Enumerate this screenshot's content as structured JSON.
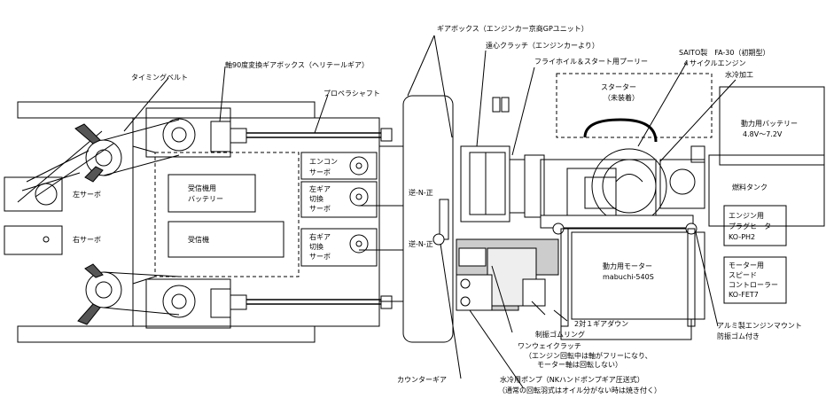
{
  "labels": {
    "gearbox": "ギアボックス（エンジンカー京商GPユニット）",
    "centrifugal_clutch": "遠心クラッチ（エンジンカーより）",
    "flywheel_pulley": "フライホイル＆スタート用プーリー",
    "engine_model": "SAITO製　FA-30（初期型）",
    "engine_cycle": "４サイクルエンジン",
    "water_cooling": "水冷加工",
    "timing_belt": "タイミングベルト",
    "gearbox_90": "軸90度変換ギアボックス（ヘリテールギア）",
    "propeller_shaft": "プロペラシャフト",
    "starter_title": "スターター",
    "starter_note": "（未装着）",
    "battery_title": "動力用バッテリー",
    "battery_spec": "4.8V～7.2V",
    "left_servo": "左サーボ",
    "right_servo": "右サーボ",
    "rx_battery_1": "受信機用",
    "rx_battery_2": "バッテリー",
    "receiver": "受信機",
    "engine_servo_1": "エンコン",
    "engine_servo_2": "サーボ",
    "left_gear_servo_1": "左ギア",
    "left_gear_servo_2": "切換",
    "left_gear_servo_3": "サーボ",
    "right_gear_servo_1": "右ギア",
    "right_gear_servo_2": "切換",
    "right_gear_servo_3": "サーボ",
    "rev_n_fwd_top": "逆-N-正",
    "rev_n_fwd_bottom": "逆-N-正",
    "fuel_tank": "燃料タンク",
    "glow_heater_1": "エンジン用",
    "glow_heater_2": "プラグヒーター",
    "glow_heater_3": "KO-PH2",
    "speed_ctrl_1": "モーター用",
    "speed_ctrl_2": "スピード",
    "speed_ctrl_3": "コントローラー",
    "speed_ctrl_4": "KO-FET7",
    "motor_1": "動力用モーター",
    "motor_2": "mabuchi-540S",
    "gear_down": "2対１ギアダウン",
    "vib_ring": "制振ゴムリング",
    "one_way_1": "ワンウェイクラッチ",
    "one_way_2": "（エンジン回転中は軸がフリーになり、",
    "one_way_3": "モーター軸は回転しない）",
    "aluminum_mount_1": "アルミ製エンジンマウント",
    "aluminum_mount_2": "防振ゴム付き",
    "counter_gear": "カウンターギア",
    "water_pump_1": "水冷用ポンプ（NKハンドポンプギア圧送式）",
    "water_pump_2": "（通常の回転羽式はオイル分がない時は焼き付く）"
  }
}
